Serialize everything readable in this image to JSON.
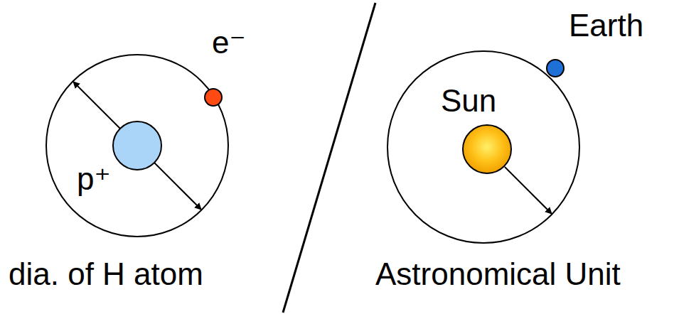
{
  "diagram": {
    "labels": [
      "e⁻",
      "p⁺",
      "Sun",
      "Earth",
      "dia. of H atom",
      "Astronomical Unit"
    ]
  }
}
